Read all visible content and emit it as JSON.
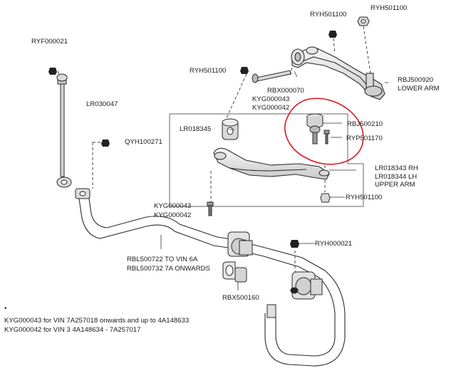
{
  "labels": {
    "ryh501100_top_left": "RYH501100",
    "ryh501100_top_right": "RYH501100",
    "ryf000021": "RYF000021",
    "ryh501100_mid": "RYH501100",
    "rbj500920": "RBJ500920",
    "lower_arm": "LOWER ARM",
    "rbx000070": "RBX000070",
    "kyg000043_a": "KYG000043",
    "kyg000042_a": "KYG000042",
    "lr030047": "LR030047",
    "lr018345": "LR018345",
    "rbj500210": "RBJ500210",
    "qyh100271": "QYH100271",
    "ryp501170": "RYP501170",
    "lr018343_rh": "LR018343 RH",
    "lr018344_lh": "LR018344 LH",
    "upper_arm": "UPPER ARM",
    "ryh501100_bottom": "RYH501100",
    "kyg000043_b": "KYG000043",
    "kyg000042_b": "KYG000042",
    "ryh000021": "RYH000021",
    "rbl500722": "RBL500722 TO VIN 6A",
    "rbl500732": "RBL500732 7A ONWARDS",
    "rbx500160": "RBX500160"
  },
  "footnotes": {
    "bullet": "•",
    "line1": "KYG000043 for VIN 7A257018 onwards and up to 4A148633",
    "line2": "KYG000042 for VIN 3 4A148634 - 7A257017"
  },
  "colors": {
    "line": "#2b2b2b",
    "part_fill": "#e9e9e9",
    "part_shade": "#bdbdbd",
    "highlight_ring": "#e0181e",
    "box": "#555555"
  }
}
